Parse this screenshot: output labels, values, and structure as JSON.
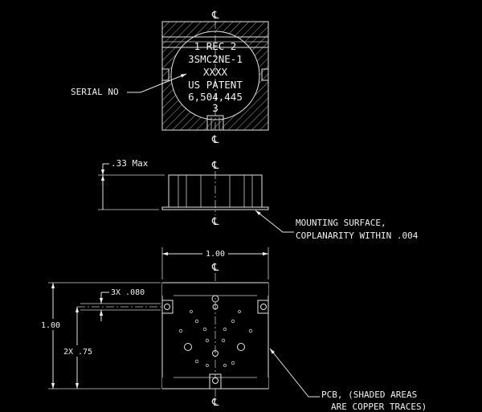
{
  "top_view": {
    "centerline_symbol": "℄",
    "marking_lines": [
      "1  REC  2",
      "3SMC2NE-1",
      "XXXX",
      "US PATENT",
      "6,504,445",
      "3"
    ],
    "serial_label": "SERIAL NO"
  },
  "side_view": {
    "height_dim": ".33 Max",
    "mounting_note": [
      "MOUNTING SURFACE,",
      "COPLANARITY WITHIN .004"
    ]
  },
  "bottom_view": {
    "width_dim": "1.00",
    "height_dim": "1.00",
    "pad_dim": "3X .080",
    "pitch_dim": "2X .75",
    "pcb_note": [
      "PCB, (SHADED AREAS",
      "ARE COPPER TRACES)"
    ]
  }
}
